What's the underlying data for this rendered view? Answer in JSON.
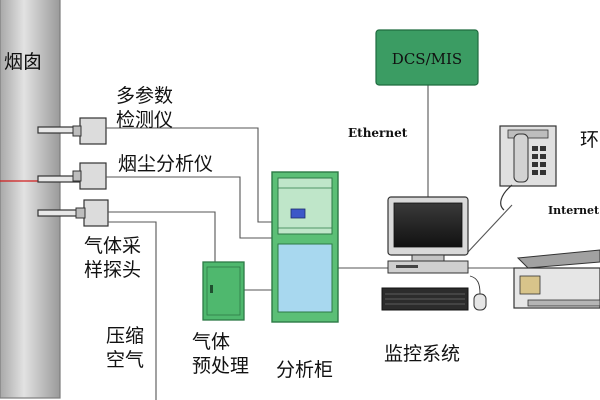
{
  "labels": {
    "chimney": "烟囱",
    "multi_param": [
      "多参数",
      "检测仪"
    ],
    "dust_analyzer": "烟尘分析仪",
    "gas_probe": [
      "气体采",
      "样探头"
    ],
    "compressed_air": [
      "压缩",
      "空气"
    ],
    "gas_pretreatment": [
      "气体",
      "预处理"
    ],
    "analysis_cabinet": "分析柜",
    "monitoring_system": "监控系统",
    "dcs_mis": "DCS/MIS",
    "ethernet": "Ethernet",
    "internet": "Internet",
    "ring_partial": "环"
  },
  "colors": {
    "chimney": "#c9c9c9",
    "chimney_edge": "#8a8a8a",
    "dcs_box": "#3b9c63",
    "cabinet": "#5bbf76",
    "cabinet_panel": "#bfe6c9",
    "cabinet_water": "#a8d8ef",
    "pretreat": "#4fb86e",
    "laser_line": "#d11f1f"
  },
  "icons": [
    "telephone-icon",
    "computer-monitor-icon",
    "keyboard-icon",
    "mouse-icon",
    "printer-icon"
  ]
}
